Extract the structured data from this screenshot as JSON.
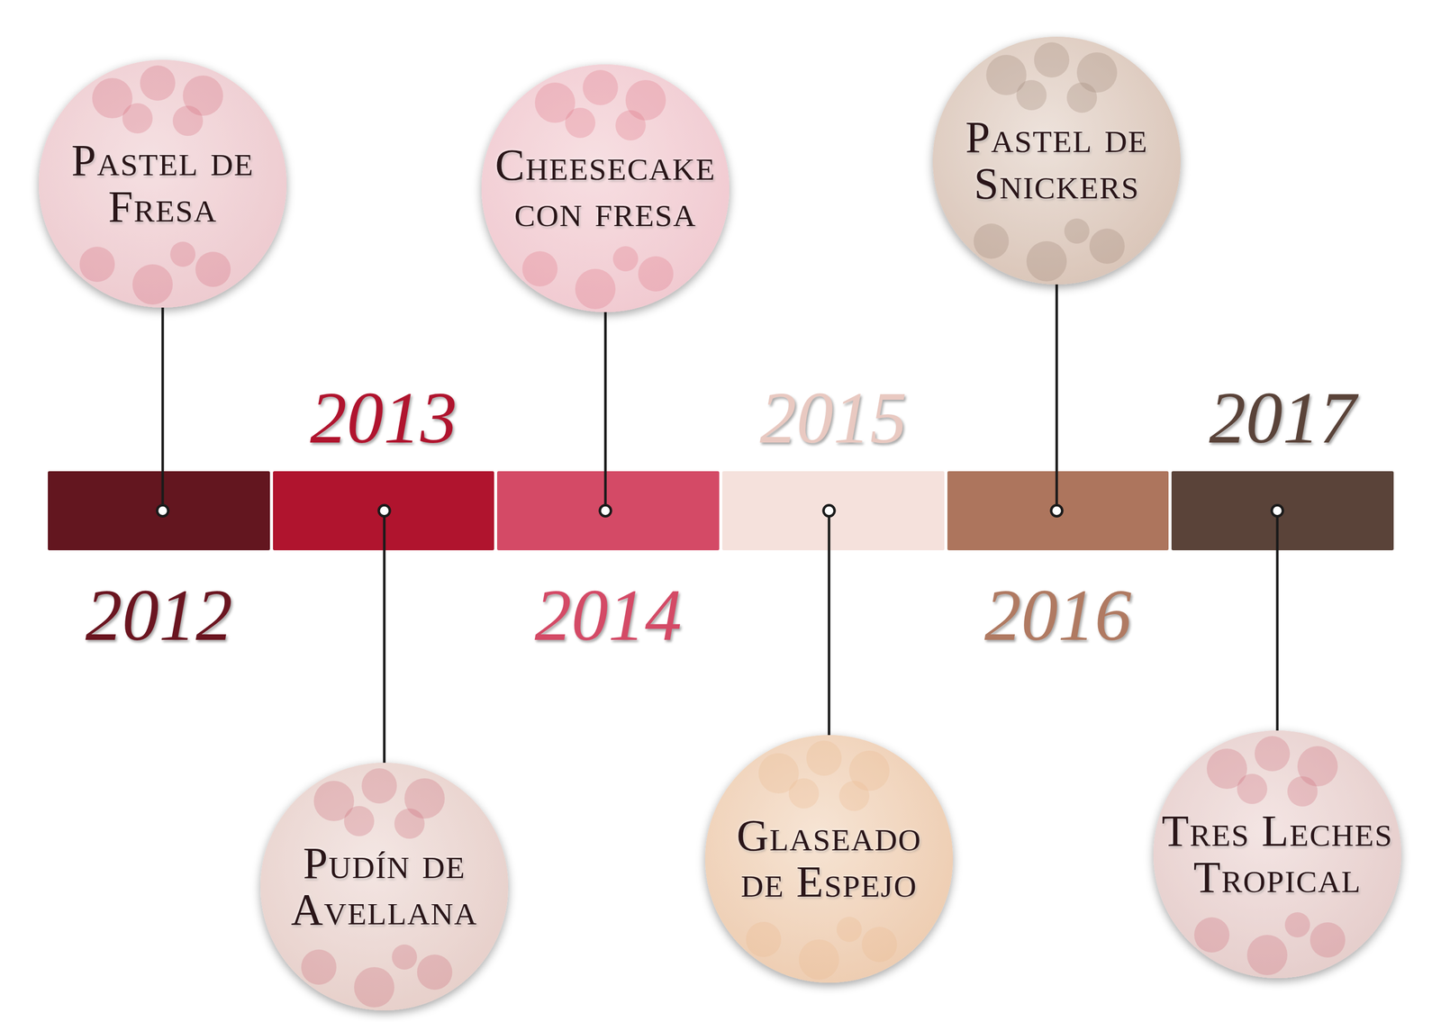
{
  "diagram": {
    "nodes": [
      {
        "text": [
          "2012"
        ]
      },
      {
        "text": [
          "2013"
        ]
      },
      {
        "text": [
          "2014"
        ]
      },
      {
        "text": [
          "2015"
        ]
      },
      {
        "text": [
          "2016"
        ]
      },
      {
        "text": [
          "2017"
        ]
      },
      {
        "text": [
          "Pastel de Fresa"
        ]
      },
      {
        "text": [
          "Pudín de Avellana"
        ]
      },
      {
        "text": [
          "Cheesecake con fresa"
        ]
      },
      {
        "text": [
          "Glaseado de Espejo"
        ]
      },
      {
        "text": [
          "Pastel de Snickers"
        ]
      },
      {
        "text": [
          "Tres Leches Tropical"
        ]
      }
    ],
    "edges": [
      {
        "from": 6,
        "to": 0,
        "arrow": "none"
      },
      {
        "from": 7,
        "to": 1,
        "arrow": "none"
      },
      {
        "from": 8,
        "to": 2,
        "arrow": "none"
      },
      {
        "from": 9,
        "to": 3,
        "arrow": "none"
      },
      {
        "from": 10,
        "to": 4,
        "arrow": "none"
      },
      {
        "from": 11,
        "to": 5,
        "arrow": "none"
      }
    ]
  }
}
